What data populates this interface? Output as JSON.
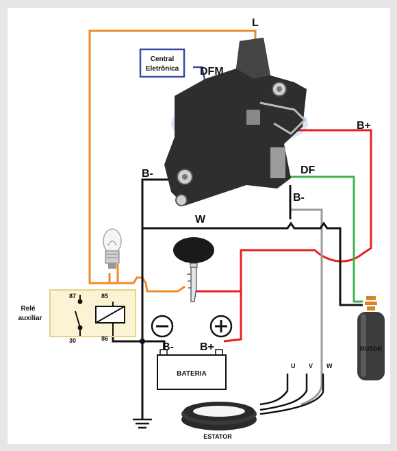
{
  "labels": {
    "L": "L",
    "central": [
      "Central",
      "Eletrônica"
    ],
    "dfm": "DFM",
    "b_plus_top": "B+",
    "b_minus_left": "B-",
    "df": "DF",
    "b_minus_right": "B-",
    "w": "W",
    "rele": [
      "Relé",
      "auxiliar"
    ],
    "t87": "87",
    "t85": "85",
    "t30": "30",
    "t86": "86",
    "battery_neg": "B-",
    "battery_pos": "B+",
    "bateria": "BATERIA",
    "rotor": "ROTOR",
    "u": "U",
    "v": "V",
    "w_small": "W",
    "estator": "ESTATOR"
  },
  "colors": {
    "orange": "#f08a2a",
    "red": "#e52020",
    "green": "#3cb44a",
    "gray": "#9a9a9a",
    "black": "#111111",
    "blue_box": "#3a4aa8",
    "relay_box_fill": "#fbf3d4",
    "relay_box_border": "#e8d18a",
    "watermark": "#cfe0f2"
  },
  "icons": [
    "lamp-icon",
    "ignition-key-icon",
    "ground-icon",
    "minus-circle-icon",
    "plus-circle-icon",
    "relay-coil-icon"
  ]
}
